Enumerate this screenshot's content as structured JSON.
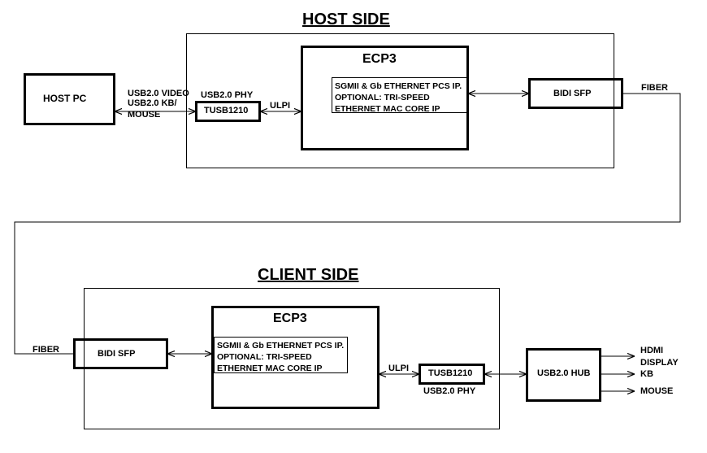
{
  "host": {
    "title": "HOST SIDE",
    "host_pc": "HOST PC",
    "usb_labels": [
      "USB2.0 VIDEO",
      "USB2.0 KB/",
      "MOUSE"
    ],
    "phy_label": "USB2.0 PHY",
    "tusb": "TUSB1210",
    "ulpi": "ULPI",
    "ecp3": "ECP3",
    "ip_lines": [
      "SGMII & Gb ETHERNET PCS IP.",
      "OPTIONAL: TRI-SPEED",
      "ETHERNET MAC CORE IP"
    ],
    "bidi_sfp": "BIDI SFP",
    "fiber": "FIBER"
  },
  "client": {
    "title": "CLIENT SIDE",
    "fiber": "FIBER",
    "bidi_sfp": "BIDI SFP",
    "ecp3": "ECP3",
    "ip_lines": [
      "SGMII & Gb ETHERNET PCS IP.",
      "OPTIONAL: TRI-SPEED",
      "ETHERNET MAC CORE IP"
    ],
    "ulpi": "ULPI",
    "tusb": "TUSB1210",
    "phy_label": "USB2.0 PHY",
    "hub": "USB2.0 HUB",
    "outputs": [
      "HDMI",
      "DISPLAY",
      "KB",
      "MOUSE"
    ]
  }
}
